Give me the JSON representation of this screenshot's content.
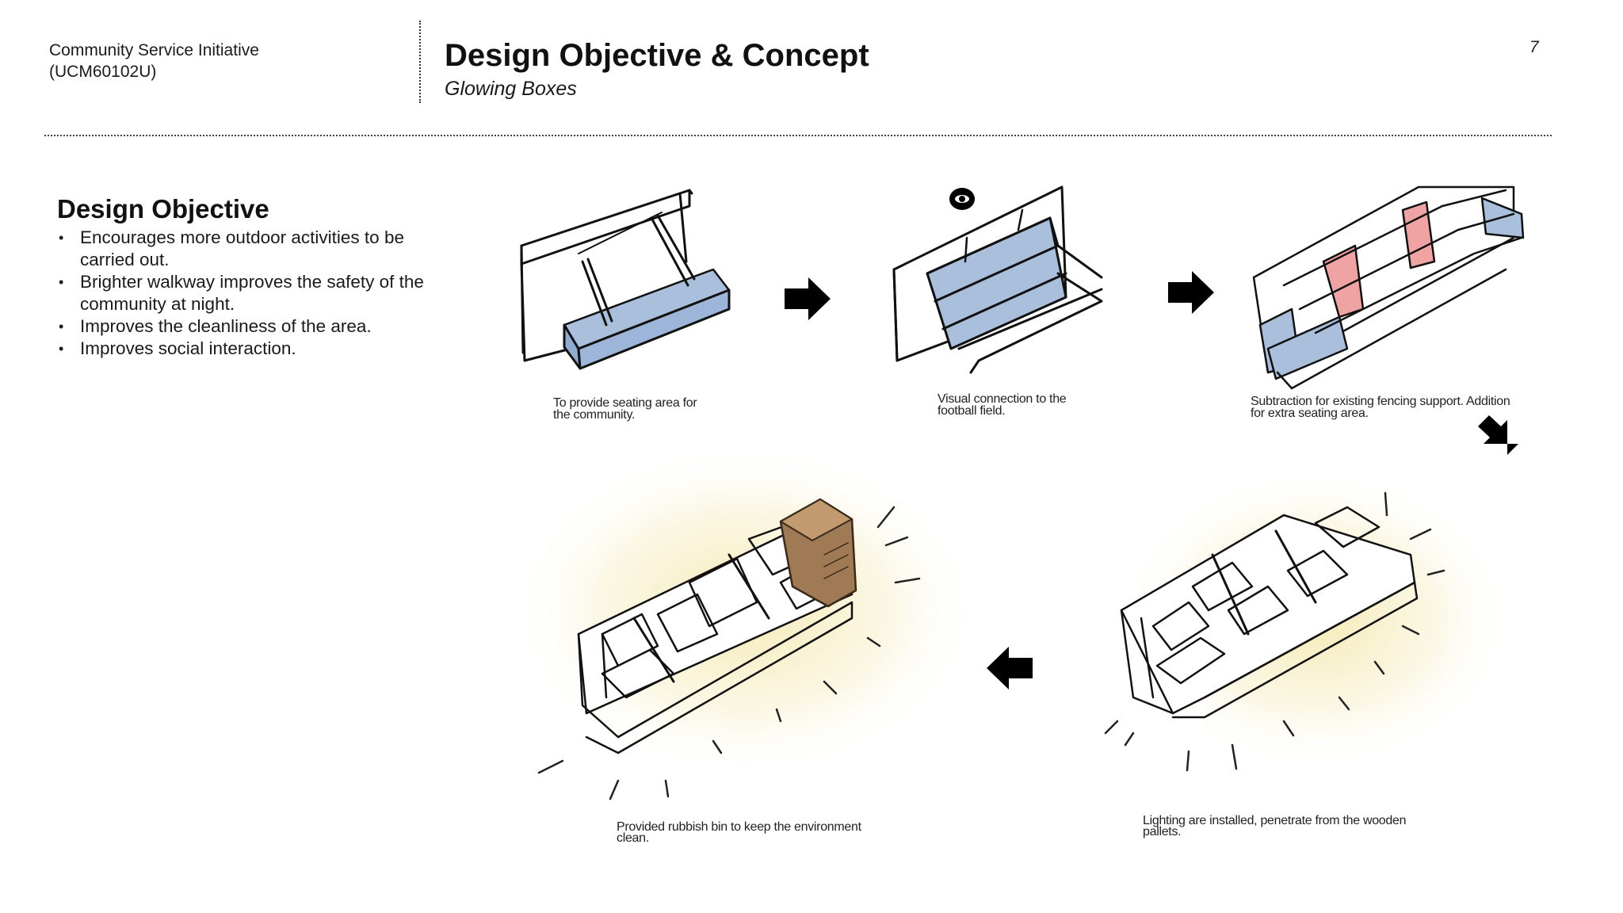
{
  "header": {
    "course_name": "Community Service Initiative",
    "course_code": "(UCM60102U)",
    "title": "Design Objective & Concept",
    "subtitle": "Glowing Boxes",
    "page_number": "7"
  },
  "objective": {
    "heading": "Design Objective",
    "bullets": [
      "Encourages more outdoor activities to be carried out.",
      "Brighter walkway improves the safety of the community at night.",
      "Improves the cleanliness of the area.",
      "Improves social interaction."
    ]
  },
  "sketches": {
    "step1": {
      "caption_line1": "To provide seating area for",
      "caption_line2": "the community."
    },
    "step2": {
      "caption_line1": "Visual connection to the",
      "caption_line2": "football field."
    },
    "step3": {
      "caption_line1": "Subtraction for existing fencing support. Addition",
      "caption_line2": "for extra seating area."
    },
    "step4": {
      "caption_line1": "Lighting are installed, penetrate from the wooden",
      "caption_line2": "pallets."
    },
    "step5": {
      "caption_line1": "Provided rubbish bin to keep the environment",
      "caption_line2": "clean."
    }
  },
  "colors": {
    "seat_blue": "#a9bfdc",
    "cut_red": "#f0a3a3",
    "glow_yellow": "#f4ecbf",
    "bin_brown": "#a07a55",
    "arrow": "#000000"
  }
}
